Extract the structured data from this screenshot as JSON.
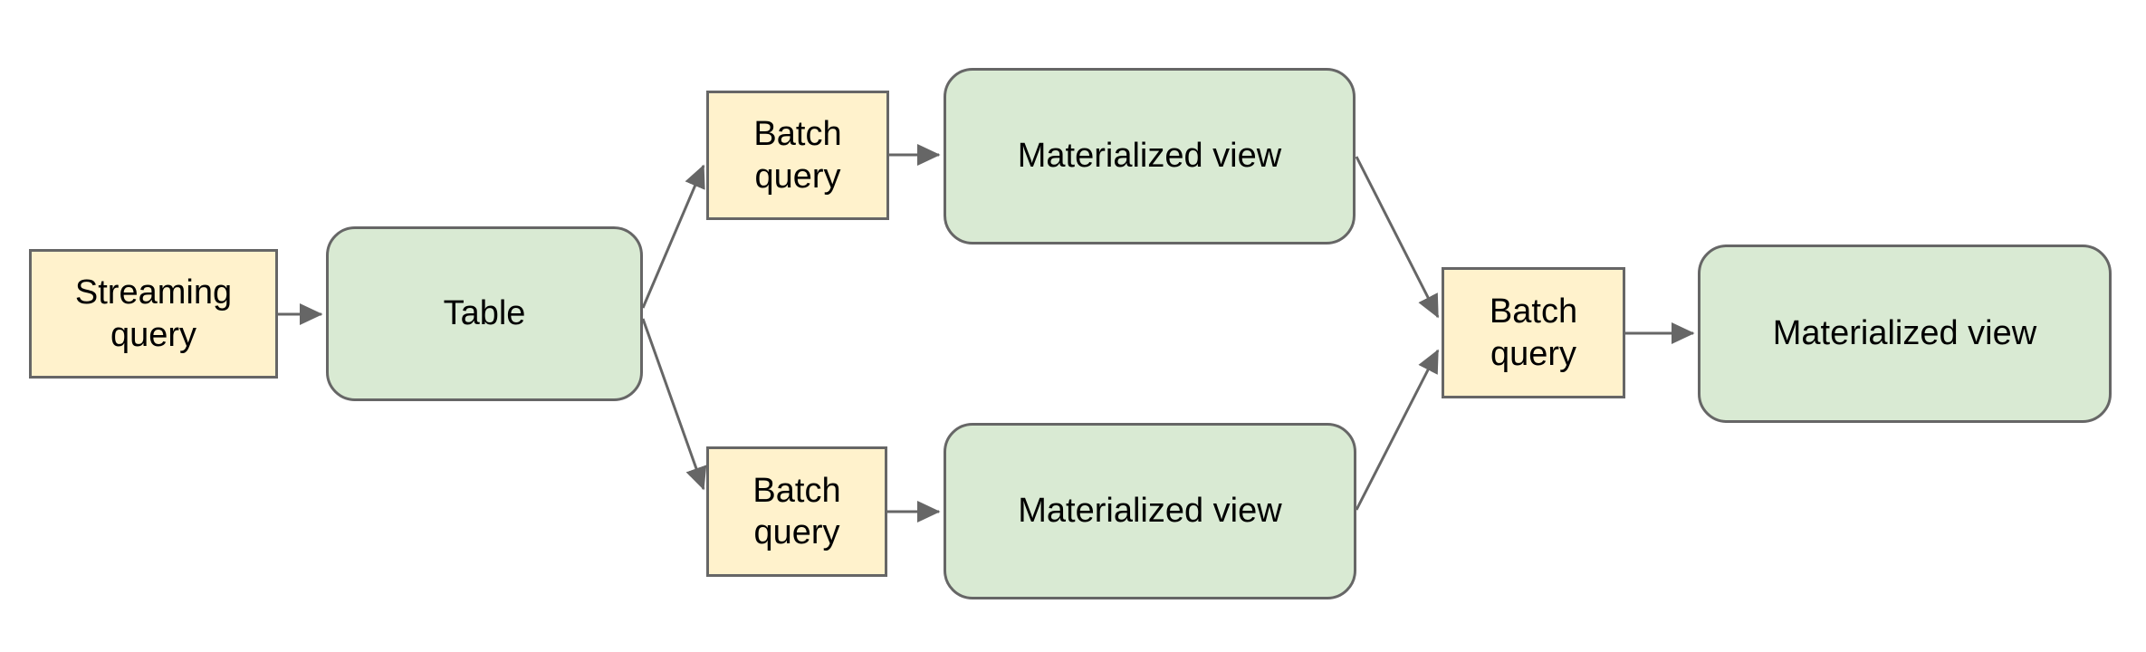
{
  "diagram": {
    "colors": {
      "background": "#ffffff",
      "query_fill": "#fff2cc",
      "view_fill": "#d9ead3",
      "border": "#666666",
      "arrow": "#666666",
      "text": "#000000"
    },
    "nodes": [
      {
        "id": "streaming-query",
        "kind": "query",
        "label": "Streaming query"
      },
      {
        "id": "table",
        "kind": "view",
        "label": "Table"
      },
      {
        "id": "batch-query-top",
        "kind": "query",
        "label": "Batch query"
      },
      {
        "id": "materialized-view-top",
        "kind": "view",
        "label": "Materialized view"
      },
      {
        "id": "batch-query-bottom",
        "kind": "query",
        "label": "Batch query"
      },
      {
        "id": "materialized-view-bottom",
        "kind": "view",
        "label": "Materialized view"
      },
      {
        "id": "batch-query-right",
        "kind": "query",
        "label": "Batch query"
      },
      {
        "id": "materialized-view-right",
        "kind": "view",
        "label": "Materialized view"
      }
    ],
    "edges": [
      {
        "from": "streaming-query",
        "to": "table"
      },
      {
        "from": "table",
        "to": "batch-query-top"
      },
      {
        "from": "table",
        "to": "batch-query-bottom"
      },
      {
        "from": "batch-query-top",
        "to": "materialized-view-top"
      },
      {
        "from": "batch-query-bottom",
        "to": "materialized-view-bottom"
      },
      {
        "from": "materialized-view-top",
        "to": "batch-query-right"
      },
      {
        "from": "materialized-view-bottom",
        "to": "batch-query-right"
      },
      {
        "from": "batch-query-right",
        "to": "materialized-view-right"
      }
    ]
  }
}
